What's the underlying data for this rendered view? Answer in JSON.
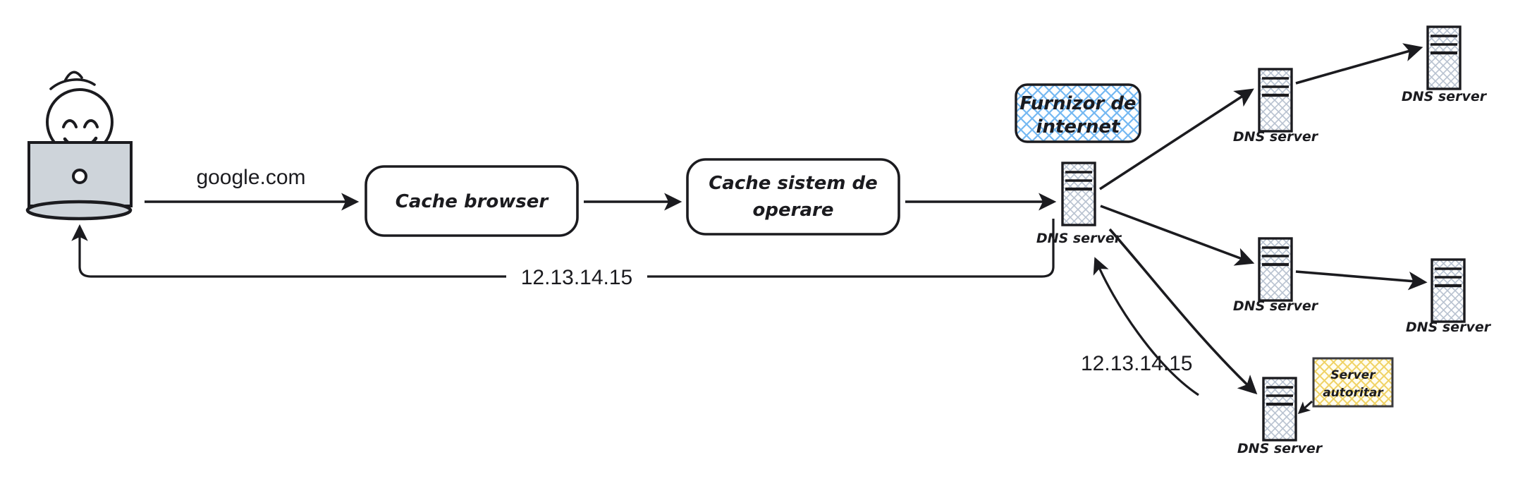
{
  "diagram": {
    "title": "DNS resolution flow",
    "colors": {
      "stroke": "#1b1b1f",
      "background": "#ffffff",
      "person_shirt": "#3b5bdb",
      "laptop_body": "#ced4da",
      "isp_fill": "#a5d8ff",
      "server_fill": "#cfd8e3",
      "note_fill": "#f2d675"
    },
    "actor": {
      "name": "user-with-laptop",
      "description": "stick figure person at a laptop"
    },
    "boxes": [
      {
        "id": "cache-browser",
        "label": "Cache browser",
        "style": "rounded-plain"
      },
      {
        "id": "cache-os",
        "label": "Cache sistem de operare",
        "label_line1": "Cache sistem de",
        "label_line2": "operare",
        "style": "rounded-plain"
      },
      {
        "id": "isp",
        "label": "Furnizor de internet",
        "label_line1": "Furnizor de",
        "label_line2": "internet",
        "style": "rounded-hatched-blue"
      }
    ],
    "servers": [
      {
        "id": "dns-main",
        "label": "DNS server"
      },
      {
        "id": "dns-root",
        "label": "DNS server"
      },
      {
        "id": "dns-tld-top",
        "label": "DNS server"
      },
      {
        "id": "dns-mid",
        "label": "DNS server"
      },
      {
        "id": "dns-tld-mid",
        "label": "DNS server"
      },
      {
        "id": "dns-auth",
        "label": "DNS server"
      }
    ],
    "notes": [
      {
        "id": "server-autoritar",
        "label": "Server autoritar",
        "label_line1": "Server",
        "label_line2": "autoritar",
        "style": "hatched-yellow"
      }
    ],
    "edge_labels": [
      {
        "id": "query-domain",
        "text": "google.com"
      },
      {
        "id": "response-ip-bottom",
        "text": "12.13.14.15"
      },
      {
        "id": "response-ip-right",
        "text": "12.13.14.15"
      }
    ]
  }
}
